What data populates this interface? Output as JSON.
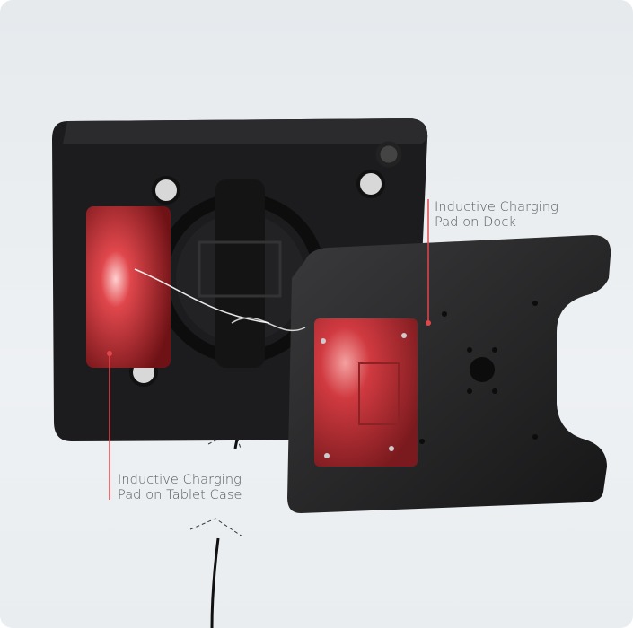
{
  "callouts": {
    "dock": {
      "line1": "Inductive Charging",
      "line2": "Pad on Dock"
    },
    "tablet": {
      "line1": "Inductive Charging",
      "line2": "Pad on Tablet Case"
    }
  },
  "colors": {
    "accent": "#e0474c",
    "pad": "#b3262c",
    "case": "#1c1c1e",
    "text": "#555a5e"
  }
}
